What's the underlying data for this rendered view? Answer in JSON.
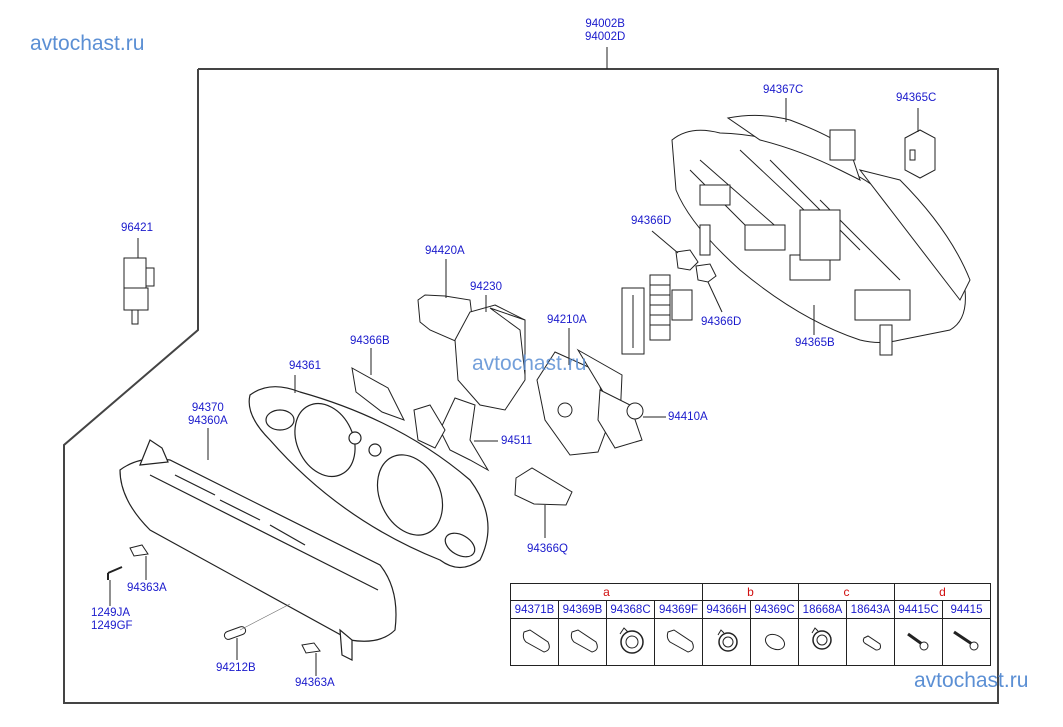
{
  "watermarks": {
    "top_left": "avtochast.ru",
    "center": "avtochast.ru",
    "bottom_right": "avtochast.ru"
  },
  "callouts": {
    "assembly": [
      "94002B",
      "94002D"
    ],
    "p94367C": "94367C",
    "p94365C": "94365C",
    "p96421": "96421",
    "p94366D_a": "94366D",
    "p94366D_b": "94366D",
    "p94365B": "94365B",
    "p94420A": "94420A",
    "p94230": "94230",
    "p94210A": "94210A",
    "p94366B": "94366B",
    "p94361": "94361",
    "p94410A": "94410A",
    "p94511": "94511",
    "p94370": "94370",
    "p94360A": "94360A",
    "p94366Q": "94366Q",
    "p94363A_a": "94363A",
    "p94363A_b": "94363A",
    "p1249JA": "1249JA",
    "p1249GF": "1249GF",
    "p94212B": "94212B"
  },
  "bulb_table": {
    "groups": [
      {
        "label": "a",
        "parts": [
          "94371B",
          "94369B",
          "94368C",
          "94369F"
        ]
      },
      {
        "label": "b",
        "parts": [
          "94366H",
          "94369C"
        ]
      },
      {
        "label": "c",
        "parts": [
          "18668A",
          "18643A"
        ]
      },
      {
        "label": "d",
        "parts": [
          "94415C",
          "94415"
        ]
      }
    ],
    "icons": [
      "wedge-bulb-icon",
      "wedge-bulb-icon",
      "bulb-socket-icon",
      "wedge-bulb-icon",
      "bulb-socket-icon",
      "capsule-bulb-icon",
      "bulb-socket-icon",
      "wedge-bulb-icon",
      "screw-icon",
      "screw-icon"
    ]
  },
  "colors": {
    "callout": "#1a1acc",
    "group_label": "#d01010",
    "watermark": "#5b8fd4",
    "line": "#222222"
  }
}
